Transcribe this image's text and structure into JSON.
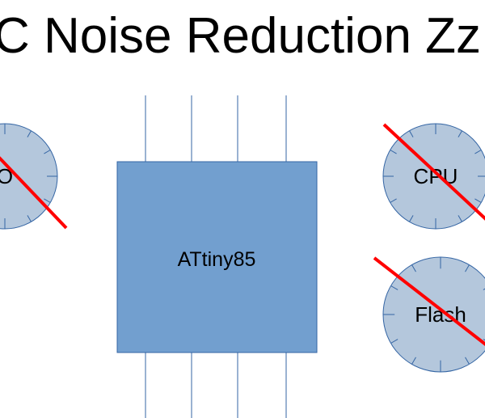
{
  "slide": {
    "title": "C Noise Reduction Zz",
    "chip": {
      "label": "ATtiny85",
      "fill_color": "#729fcf",
      "border_color": "#3465a4",
      "pin_color": "#3465a4"
    },
    "clocks": [
      {
        "id": "io",
        "label": "O",
        "disabled": true
      },
      {
        "id": "cpu",
        "label": "CPU",
        "disabled": true
      },
      {
        "id": "flash",
        "label": "Flash",
        "disabled": true
      }
    ],
    "clock_colors": {
      "face": "#b4c7dc",
      "border": "#3465a4",
      "tick": "#3465a4"
    },
    "strike_color": "#ff0000"
  }
}
